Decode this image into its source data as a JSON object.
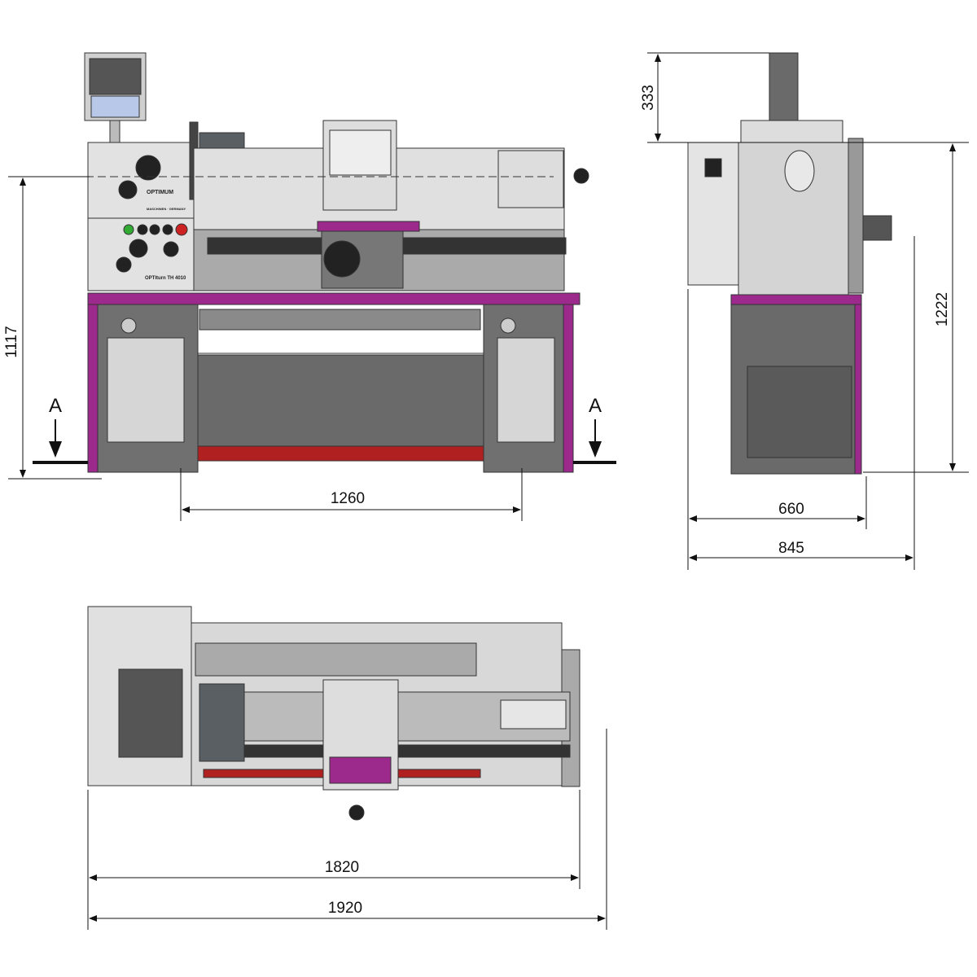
{
  "title": "Lathe dimension drawing",
  "brand": {
    "logo": "OPTIMUM",
    "tagline": "MASCHINEN · GERMANY",
    "model": "OPTIturn TH 4010"
  },
  "colors": {
    "accent": "#9c2a8c",
    "body": "#d8d8d8",
    "dark": "#6e6e6e",
    "red": "#b02020"
  },
  "section_markers": {
    "left": "A",
    "right": "A"
  },
  "dimensions": {
    "front_height": "1117",
    "front_feet_spacing": "1260",
    "side_top_extension": "333",
    "side_height": "1222",
    "side_base_depth": "660",
    "side_total_depth": "845",
    "top_length_bed": "1820",
    "top_length_total": "1920"
  }
}
